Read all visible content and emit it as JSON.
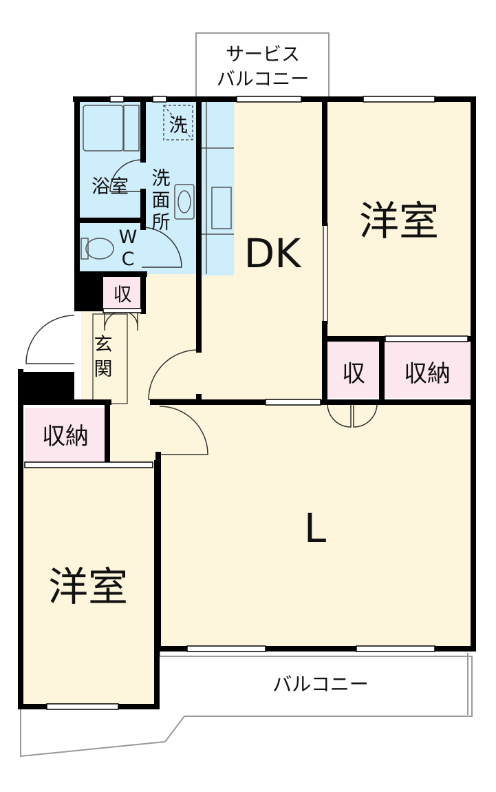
{
  "plan": {
    "colors": {
      "wall": "#000000",
      "room_floor": "#fdf5dc",
      "wet_area": "#cfeefc",
      "storage": "#fde7ef",
      "outline": "#9a9a9a"
    },
    "rooms": {
      "service_balcony_line1": "サービス",
      "service_balcony_line2": "バルコニー",
      "laundry": "洗",
      "bathroom": "浴室",
      "washroom_1": "洗",
      "washroom_2": "面",
      "washroom_3": "所",
      "wc_1": "W",
      "wc_2": "C",
      "dk": "DK",
      "western_room_upper": "洋室",
      "storage_small_upper": "収",
      "entrance_1": "玄",
      "entrance_2": "関",
      "storage_small_mid": "収",
      "storage_closet_right": "収納",
      "storage_closet_left": "収納",
      "living": "L",
      "western_room_lower": "洋室",
      "balcony": "バルコニー"
    }
  }
}
